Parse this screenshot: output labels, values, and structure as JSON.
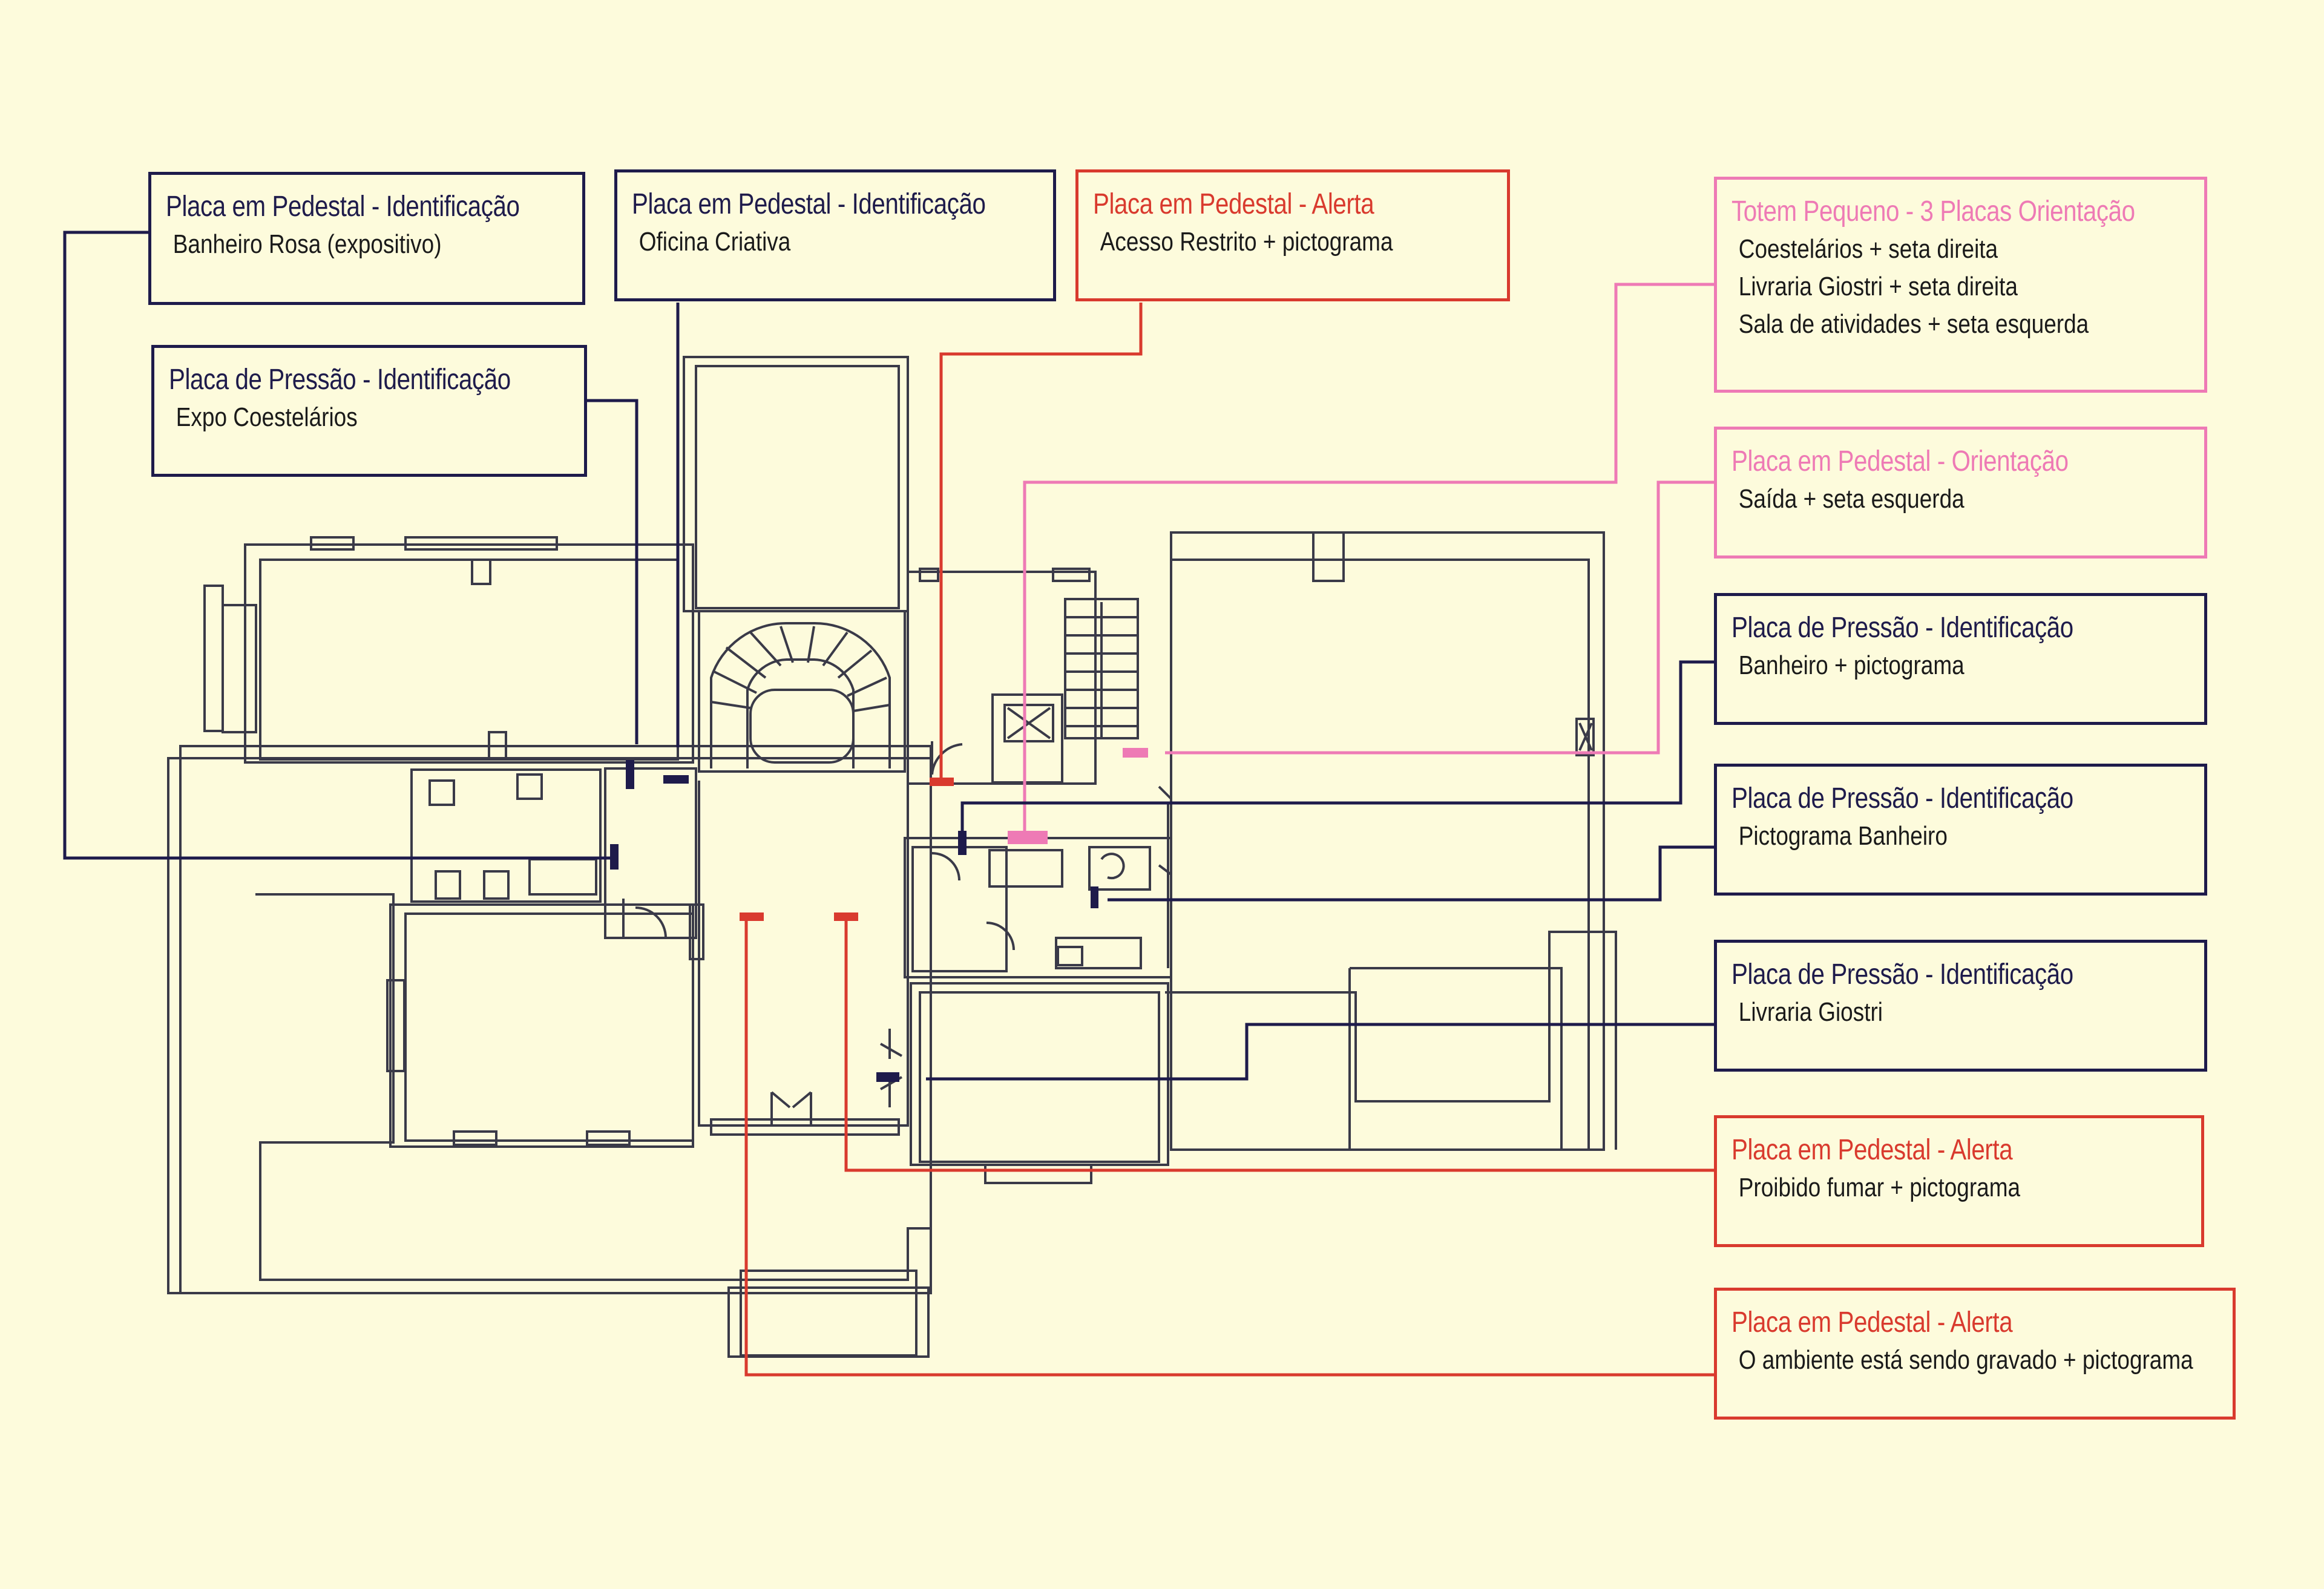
{
  "colors": {
    "background": "#fdfbdc",
    "identification": "#1e1b4b",
    "alert": "#d93a2e",
    "orientation": "#ee7ab5",
    "walls": "#3a3a48"
  },
  "labels": {
    "banheiro_rosa": {
      "title": "Placa em Pedestal - Identificação",
      "lines": [
        "Banheiro Rosa (expositivo)"
      ]
    },
    "expo": {
      "title": "Placa de Pressão - Identificação",
      "lines": [
        "Expo Coestelários"
      ]
    },
    "oficina": {
      "title": "Placa em Pedestal - Identificação",
      "lines": [
        "Oficina Criativa"
      ]
    },
    "acesso": {
      "title": "Placa em Pedestal - Alerta",
      "lines": [
        "Acesso Restrito + pictograma"
      ]
    },
    "totem": {
      "title": "Totem Pequeno - 3 Placas Orientação",
      "lines": [
        "Coestelários + seta direita",
        "Livraria Giostri + seta direita",
        "Sala de atividades + seta esquerda"
      ]
    },
    "saida": {
      "title": "Placa em Pedestal - Orientação",
      "lines": [
        "Saída + seta esquerda"
      ]
    },
    "banheiro": {
      "title": "Placa de Pressão - Identificação",
      "lines": [
        "Banheiro + pictograma"
      ]
    },
    "picto_banheiro": {
      "title": "Placa de Pressão - Identificação",
      "lines": [
        "Pictograma Banheiro"
      ]
    },
    "livraria": {
      "title": "Placa de Pressão - Identificação",
      "lines": [
        "Livraria Giostri"
      ]
    },
    "fumar": {
      "title": "Placa em Pedestal - Alerta",
      "lines": [
        "Proibido fumar + pictograma"
      ]
    },
    "gravado": {
      "title": "Placa em Pedestal - Alerta",
      "lines": [
        "O ambiente está sendo gravado + pictograma"
      ]
    }
  }
}
